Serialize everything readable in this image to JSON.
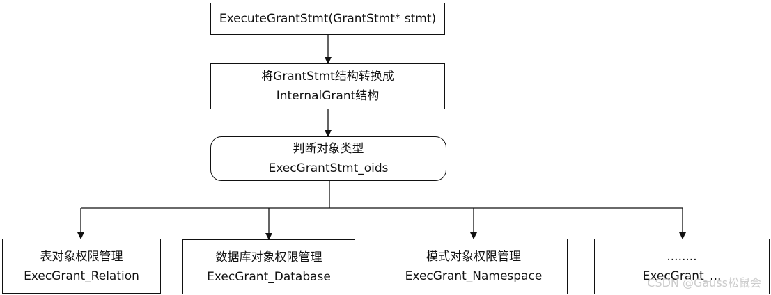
{
  "diagram": {
    "top_box": {
      "lines": [
        "ExecuteGrantStmt(GrantStmt* stmt)"
      ]
    },
    "convert_box": {
      "lines": [
        "将GrantStmt结构转换成",
        "InternalGrant结构"
      ]
    },
    "decision_box": {
      "lines": [
        "判断对象类型",
        "ExecGrantStmt_oids"
      ]
    },
    "branches": [
      {
        "lines": [
          "表对象权限管理",
          "ExecGrant_Relation"
        ]
      },
      {
        "lines": [
          "数据库对象权限管理",
          "ExecGrant_Database"
        ]
      },
      {
        "lines": [
          "模式对象权限管理",
          "ExecGrant_Namespace"
        ]
      },
      {
        "lines": [
          "........",
          "ExecGrant_..."
        ]
      }
    ]
  },
  "watermark": "CSDN @Gauss松鼠会",
  "colors": {
    "stroke": "#111111",
    "watermark": "#cccccc"
  }
}
